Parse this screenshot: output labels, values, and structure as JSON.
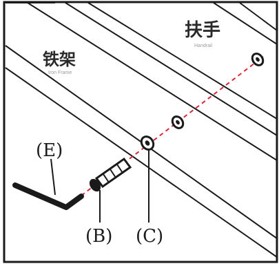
{
  "labels": {
    "handrail_cn": "扶手",
    "handrail_en": "Handrail",
    "frame_cn": "铁架",
    "frame_en": "Iron Frame",
    "part_e": "(E)",
    "part_b": "(B)",
    "part_c": "(C)"
  },
  "colors": {
    "line": "#1a1a1a",
    "guide": "#d8283a",
    "background": "#ffffff"
  }
}
